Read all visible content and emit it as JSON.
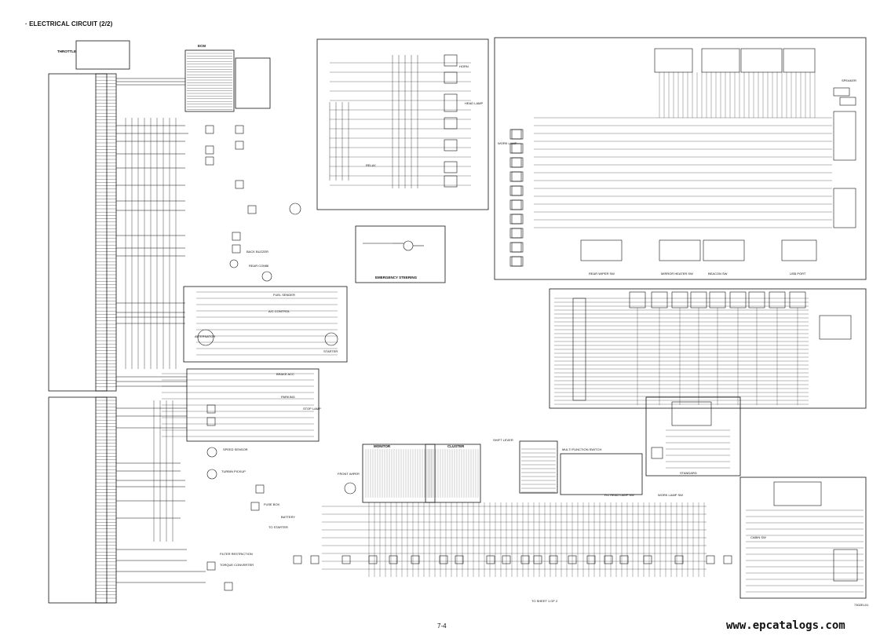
{
  "page": {
    "title": "· ELECTRICAL CIRCUIT (2/2)",
    "page_number": "7-4",
    "website": "www.epcatalogs.com",
    "doc_id": "7302EL01"
  },
  "labels": {
    "emergency_steering": "EMERGENCY STEERING",
    "to_sheet": "TO SHEET 1 OF 2",
    "multi_function_switch": "MULTI FUNCTION SWITCH",
    "shift_lever": "SHIFT LEVER",
    "monitor": "MONITOR",
    "cluster": "CLUSTER",
    "standard": "STANDARD",
    "rear_wiper_sw": "REAR WIPER SW",
    "mirror_heater_sw": "MIRROR HEATER SW",
    "beacon_sw": "BEACON SW",
    "usb_port": "USB PORT",
    "speaker": "SPEAKER",
    "front_wiper": "FRONT WIPER",
    "fuse_box": "FUSE BOX",
    "battery": "BATTERY",
    "to_starter": "TO STARTER",
    "alternator": "ALTERNATOR",
    "starter": "STARTER",
    "throttle": "THROTTLE",
    "ecm": "ECM",
    "horn": "HORN",
    "head_lamp": "HEAD LAMP",
    "back_buzzer": "BACK BUZZER",
    "rear_combi": "REAR COMBI",
    "fuel_sender": "FUEL SENDER",
    "stop_lamp": "STOP LAMP",
    "brake_acc": "BRAKE ACC",
    "parking": "PARKING",
    "speed_sensor": "SPEED SENSOR",
    "turbin_pickup": "TURBIN PICKUP",
    "filter_restriction": "FILTER RESTRICTION",
    "torque_converter": "TORQUE CONVERTER",
    "relay": "RELAY",
    "ac_control": "A/C CONTROL",
    "work_lamp": "WORK LAMP",
    "head_lamp_sw": "H.L HEAD LAMP SW",
    "work_lamp_sw": "WORK LAMP SW",
    "cabin_sw": "CABIN SW"
  }
}
